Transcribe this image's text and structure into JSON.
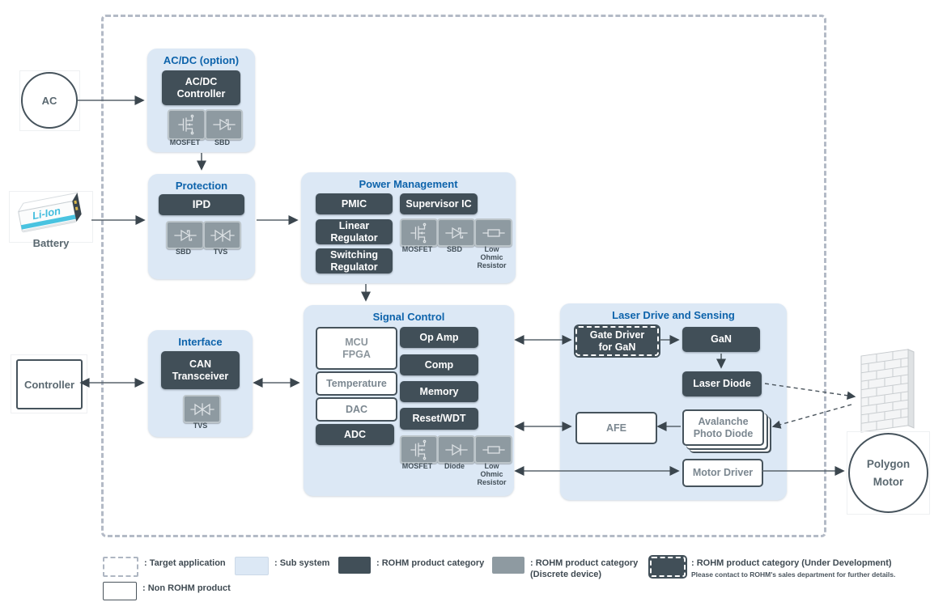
{
  "external": {
    "ac": "AC",
    "battery_brand": "Li-Ion",
    "battery": "Battery",
    "controller": "Controller",
    "polygon_motor": "Polygon\nMotor"
  },
  "subsystems": {
    "acdc": {
      "title": "AC/DC (option)",
      "acdc_controller": "AC/DC\nController",
      "discretes": [
        {
          "label": "MOSFET"
        },
        {
          "label": "SBD"
        }
      ]
    },
    "protection": {
      "title": "Protection",
      "ipd": "IPD",
      "discretes": [
        {
          "label": "SBD"
        },
        {
          "label": "TVS"
        }
      ]
    },
    "power_management": {
      "title": "Power Management",
      "pmic": "PMIC",
      "linear_regulator": "Linear\nRegulator",
      "switching_regulator": "Switching\nRegulator",
      "supervisor_ic": "Supervisor IC",
      "discretes": [
        {
          "label": "MOSFET"
        },
        {
          "label": "SBD"
        },
        {
          "label": "Low\nOhmic\nResistor"
        }
      ]
    },
    "signal_control": {
      "title": "Signal Control",
      "mcu_fpga": "MCU\nFPGA",
      "temperature": "Temperature",
      "dac": "DAC",
      "adc": "ADC",
      "op_amp": "Op Amp",
      "comp": "Comp",
      "memory": "Memory",
      "reset_wdt": "Reset/WDT",
      "discretes": [
        {
          "label": "MOSFET"
        },
        {
          "label": "Diode"
        },
        {
          "label": "Low\nOhmic\nResistor"
        }
      ]
    },
    "interface": {
      "title": "Interface",
      "can_transceiver": "CAN\nTransceiver",
      "discretes": [
        {
          "label": "TVS"
        }
      ]
    },
    "laser": {
      "title": "Laser Drive and Sensing",
      "gate_driver": "Gate Driver\nfor GaN",
      "gan": "GaN",
      "laser_diode": "Laser Diode",
      "afe": "AFE",
      "apd": "Avalanche\nPhoto Diode",
      "motor_driver": "Motor Driver"
    }
  },
  "legend": {
    "target_application": ": Target application",
    "sub_system": ": Sub system",
    "rohm_category": ": ROHM product category",
    "rohm_discrete": ": ROHM product category\n(Discrete device)",
    "rohm_under_dev": ": ROHM product category (Under Development)",
    "under_dev_note": "Please contact to ROHM's sales department for further details.",
    "non_rohm": ": Non ROHM product"
  },
  "colors": {
    "title_blue": "#0d63ab",
    "subsystem_bg": "#dce8f5",
    "rohm_dark": "#414f58",
    "discrete_gray": "#8e9aa1",
    "arrow": "#58636b"
  }
}
